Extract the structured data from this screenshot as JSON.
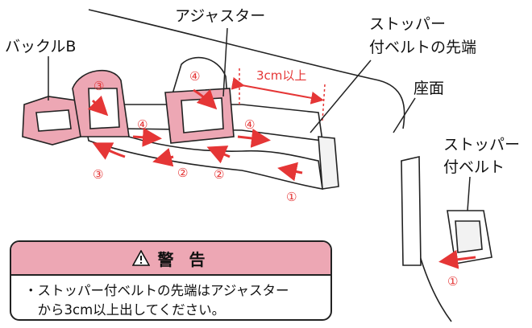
{
  "labels": {
    "buckle_b": "バックルB",
    "adjuster": "アジャスター",
    "stopper_belt_end_line1": "ストッパー",
    "stopper_belt_end_line2": "付ベルトの先端",
    "seat_surface": "座面",
    "stopper_belt_line1": "ストッパー",
    "stopper_belt_line2": "付ベルト"
  },
  "dimension": "3cm以上",
  "steps": {
    "s1": "①",
    "s2": "②",
    "s3": "③",
    "s4": "④"
  },
  "warning": {
    "title": "警 告",
    "line1": "・ストッパー付ベルトの先端はアジャスター",
    "line2": "　から3cm以上出してください。"
  },
  "colors": {
    "accent_red": "#e53636",
    "part_pink": "#eda7b4",
    "outline": "#222222"
  },
  "icons": [
    "warning-triangle-icon"
  ]
}
